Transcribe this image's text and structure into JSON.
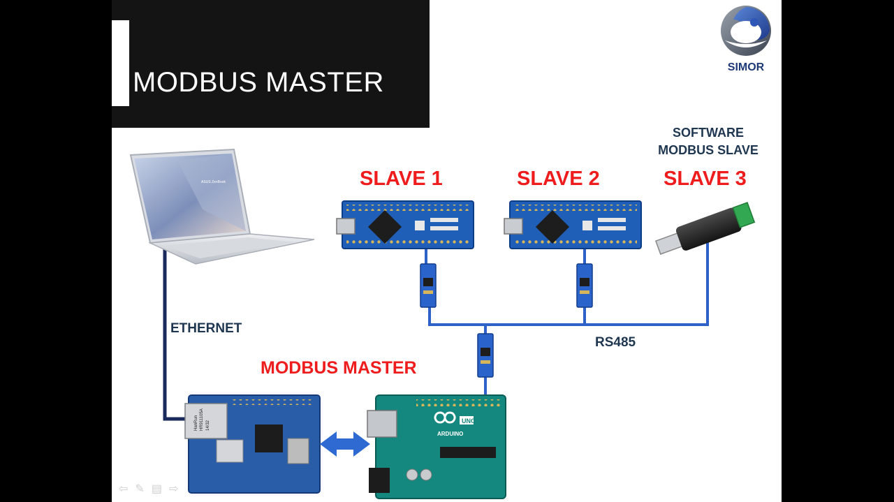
{
  "title": "MODBUS MASTER",
  "logo": {
    "text": "SIMOR",
    "icon": "simor-logo-icon"
  },
  "labels": {
    "software_line1": "SOFTWARE",
    "software_line2": "MODBUS SLAVE",
    "slave1": "SLAVE 1",
    "slave2": "SLAVE 2",
    "slave3": "SLAVE 3",
    "ethernet": "ETHERNET",
    "rs485": "RS485",
    "master": "MODBUS MASTER",
    "laptop_brand": "ASUS ZenBook",
    "arduino_uno": "UNO",
    "arduino_brand": "ARDUINO",
    "jack_brand": "HanRun",
    "jack_model": "HR911105A",
    "jack_code": "14/32"
  },
  "colors": {
    "title_bg": "#141414",
    "label_red": "#ee1c1c",
    "label_navy": "#1f3650",
    "bus_blue": "#2f62c8",
    "ethernet_cable": "#1b2a5c",
    "nano_board": "#1f5fb8",
    "uno_board": "#14877e",
    "shield_board": "#2a5da8",
    "arrow_blue": "#2e6ad1"
  },
  "nav_icons": [
    "arrow-left-icon",
    "pen-icon",
    "menu-icon",
    "arrow-right-icon"
  ]
}
